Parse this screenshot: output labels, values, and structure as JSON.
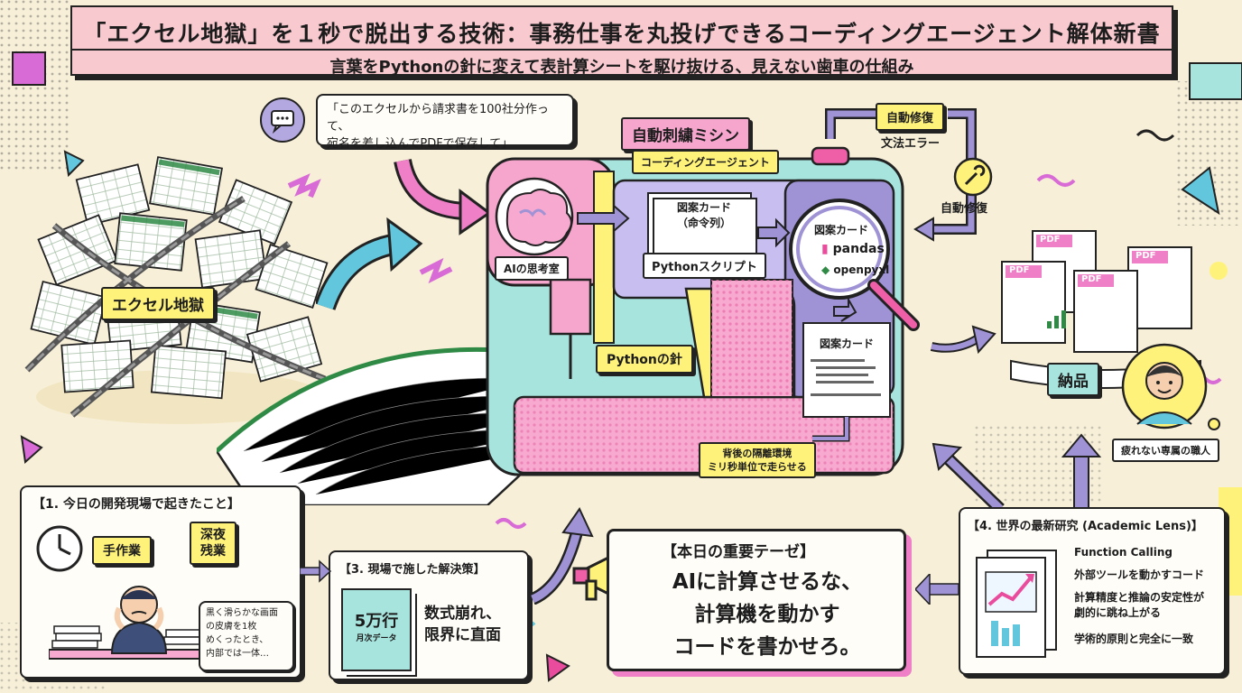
{
  "header": {
    "title": "「エクセル地獄」を１秒で脱出する技術：事務仕事を丸投げできるコーディングエージェント解体新書",
    "subtitle": "言葉をPythonの針に変えて表計算シートを駆け抜ける、見えない歯車の仕組み"
  },
  "prompt_bubble": {
    "line1": "「このエクセルから請求書を100社分作って、",
    "line2": "宛名を差し込んでPDFで保存して」"
  },
  "excel_hell": {
    "label": "エクセル地獄"
  },
  "machine": {
    "title": "自動刺繍ミシン",
    "subtitle": "コーディングエージェント",
    "ai_room": "AIの思考室",
    "card1_line1": "図案カード",
    "card1_line2": "（命令列）",
    "script_label": "Pythonスクリプト",
    "lens_card": "図案カード",
    "lib1": "pandas",
    "lib2": "openpyxl",
    "card3_title": "図案カード",
    "needle": "Pythonの針",
    "sandbox_line1": "背後の隔離環境",
    "sandbox_line2": "ミリ秒単位で走らせる"
  },
  "repair": {
    "tag": "自動修復",
    "error": "文法エラー",
    "label": "自動修復"
  },
  "delivery": {
    "pdf": "PDF",
    "label": "納品",
    "craftsman": "疲れない専属の職人"
  },
  "section1": {
    "heading": "【1. 今日の開発現場で起きたこと】",
    "manual": "手作業",
    "late_line1": "深夜",
    "late_line2": "残業",
    "bubble_line1": "黒く滑らかな画面",
    "bubble_line2": "の皮膚を1枚",
    "bubble_line3": "めくったとき、",
    "bubble_line4": "内部では一体…"
  },
  "section3": {
    "heading": "【3. 現場で施した解決策】",
    "rows": "5万行",
    "rows_sub": "月次データ",
    "problem_line1": "数式崩れ、",
    "problem_line2": "限界に直面"
  },
  "thesis": {
    "heading": "【本日の重要テーゼ】",
    "line1": "AIに計算させるな、",
    "line2": "計算機を動かす",
    "line3": "コードを書かせろ。"
  },
  "section4": {
    "heading": "【4. 世界の最新研究 (Academic Lens)】",
    "item1": "Function Calling",
    "item2": "外部ツールを動かすコード",
    "item3_line1": "計算精度と推論の安定性が",
    "item3_line2": "劇的に跳ね上がる",
    "item4": "学術的原則と完全に一致"
  },
  "colors": {
    "background": "#f7efd7",
    "banner": "#f8c9cf",
    "tag_yellow": "#fff27a",
    "accent_pink": "#ef7fc6",
    "accent_cyan": "#62c6dc",
    "accent_purple": "#9f93d6",
    "sheet_green": "#2f8a45"
  }
}
